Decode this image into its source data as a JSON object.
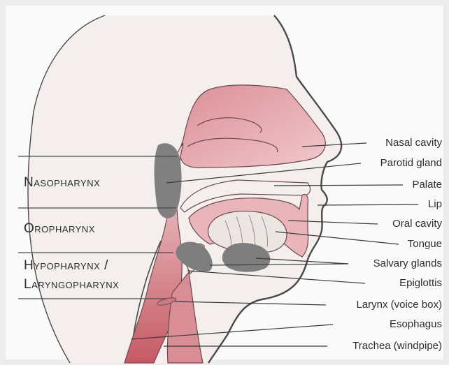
{
  "regions": {
    "nasopharynx": "Nasopharynx",
    "oropharynx": "Oropharynx",
    "hypopharynx": "Hypopharynx /",
    "laryngopharynx": "Laryngopharynx"
  },
  "callouts": {
    "nasal_cavity": "Nasal cavity",
    "parotid_gland": "Parotid gland",
    "palate": "Palate",
    "lip": "Lip",
    "oral_cavity": "Oral cavity",
    "tongue": "Tongue",
    "salivary_glands": "Salvary glands",
    "epiglottis": "Epiglottis",
    "larynx": "Larynx (voice box)",
    "esophagus": "Esophagus",
    "trachea": "Trachea (windpipe)"
  },
  "colors": {
    "background": "#ececec",
    "canvas": "#fafafa",
    "skin": "#f4efec",
    "tissue": "#d6949a",
    "tissue_dark": "#c2727c",
    "gland": "#7e7e7e",
    "line": "#4a4a4a"
  }
}
